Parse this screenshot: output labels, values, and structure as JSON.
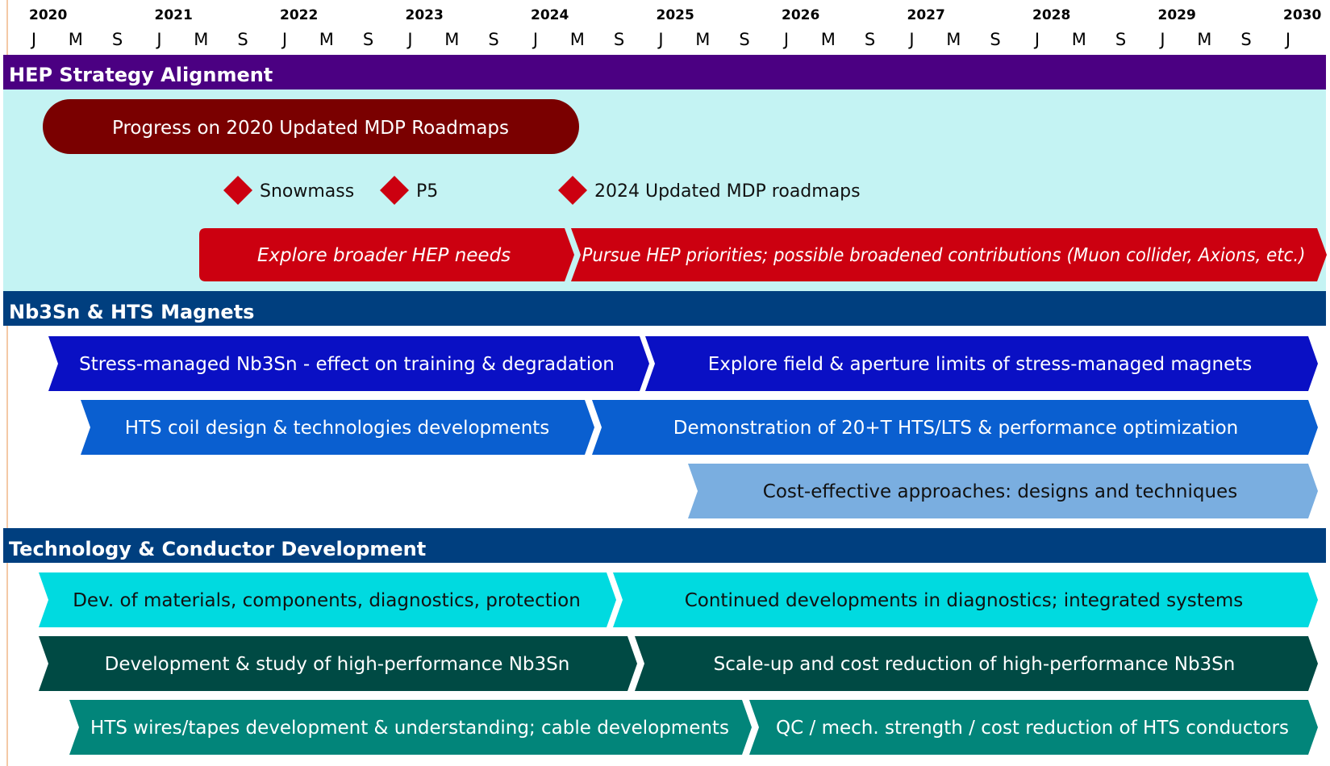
{
  "timeline": {
    "years": [
      "2020",
      "2021",
      "2022",
      "2023",
      "2024",
      "2025",
      "2026",
      "2027",
      "2028",
      "2029",
      "2030"
    ],
    "months": [
      "J",
      "M",
      "S"
    ]
  },
  "colors": {
    "background": "#ffffff",
    "axis_line": "#f4c9a6",
    "section1_header": "#4b0082",
    "section1_body": "#c4f3f3",
    "section_header_blue": "#003f7f",
    "progress_pill": "#7a0000",
    "milestone": "#cc0010",
    "red_bar": "#cc0010",
    "dark_blue_bar": "#0a10c4",
    "mid_blue_bar": "#0a5fd0",
    "light_blue_bar": "#7aaee0",
    "cyan_bar": "#00dae0",
    "dark_teal_bar": "#004a44",
    "teal_bar": "#02857a"
  },
  "sections": [
    {
      "id": "hep",
      "title": "HEP Strategy Alignment"
    },
    {
      "id": "magnets",
      "title": "Nb3Sn & HTS Magnets"
    },
    {
      "id": "tech",
      "title": "Technology & Conductor Development"
    }
  ],
  "pill": {
    "label": "Progress on 2020 Updated MDP Roadmaps"
  },
  "milestones": [
    {
      "label": "Snowmass"
    },
    {
      "label": "P5"
    },
    {
      "label": "2024 Updated MDP roadmaps"
    }
  ],
  "bars": [
    {
      "label": "Explore broader HEP needs",
      "italic": true,
      "color": "red_bar"
    },
    {
      "label": "Pursue HEP priorities; possible broadened contributions (Muon collider, Axions, etc.)",
      "italic": true,
      "color": "red_bar"
    },
    {
      "label": "Stress-managed Nb3Sn - effect on training & degradation",
      "color": "dark_blue_bar"
    },
    {
      "label": "Explore field & aperture limits of stress-managed magnets",
      "color": "dark_blue_bar"
    },
    {
      "label": "HTS coil design & technologies developments",
      "color": "mid_blue_bar"
    },
    {
      "label": "Demonstration of 20+T HTS/LTS & performance optimization",
      "color": "mid_blue_bar"
    },
    {
      "label": "Cost-effective approaches: designs and techniques",
      "color": "light_blue_bar",
      "dark_text": true
    },
    {
      "label": "Dev. of materials, components, diagnostics, protection",
      "color": "cyan_bar",
      "dark_text": true
    },
    {
      "label": "Continued developments in diagnostics; integrated systems",
      "color": "cyan_bar",
      "dark_text": true
    },
    {
      "label": "Development & study of high-performance Nb3Sn",
      "color": "dark_teal_bar"
    },
    {
      "label": "Scale-up and cost reduction of high-performance Nb3Sn",
      "color": "dark_teal_bar"
    },
    {
      "label": "HTS wires/tapes development & understanding;  cable developments",
      "color": "teal_bar"
    },
    {
      "label": "QC / mech. strength / cost reduction of HTS conductors",
      "color": "teal_bar"
    }
  ]
}
